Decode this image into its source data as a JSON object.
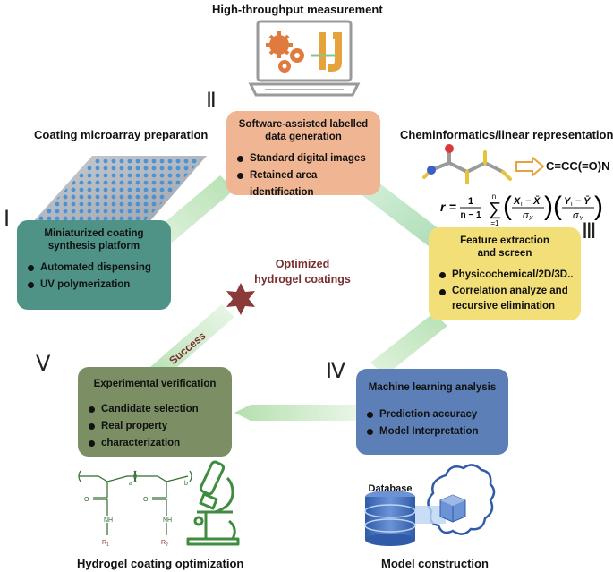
{
  "headers": {
    "top": "High-throughput measurement",
    "left": "Coating microarray preparation",
    "right": "Cheminformatics/linear representation",
    "bottom_left": "Hydrogel coating optimization",
    "bottom_right": "Model construction"
  },
  "numerals": {
    "one": "Ⅰ",
    "two": "Ⅱ",
    "three": "Ⅲ",
    "four": "Ⅳ",
    "five": "Ⅴ"
  },
  "boxes": {
    "synthesis": {
      "title": "Miniaturized coating synthesis platform",
      "items": [
        "Automated dispensing",
        "UV polymerization"
      ],
      "color": "#4e9385"
    },
    "software": {
      "title": "Software-assisted labelled data generation",
      "items": [
        "Standard digital images",
        "Retained area identification"
      ],
      "color": "#f0b593"
    },
    "feature": {
      "title": "Feature extraction and screen",
      "items": [
        "Physicochemical/2D/3D..",
        "Correlation analyze and recursive elimination"
      ],
      "color": "#f3df78"
    },
    "ml": {
      "title": "Machine learning analysis",
      "items": [
        "Prediction accuracy",
        "Model Interpretation"
      ],
      "color": "#5b7fb6"
    },
    "verify": {
      "title": "Experimental verification",
      "items": [
        "Candidate selection",
        "Real property",
        "characterization"
      ],
      "color": "#7c8f64"
    }
  },
  "center": {
    "line1": "Optimized",
    "line2": "hydrogel coatings",
    "color": "#7a2f2f"
  },
  "success": "Success",
  "smiles": "C=CC(=O)N",
  "formula": {
    "r": "r",
    "eq": "=",
    "num1": "1",
    "den1": "n − 1",
    "sum_top": "n",
    "sum_bottom": "i=1",
    "xnum": "X",
    "xsub": "i",
    "xbar": "X̄",
    "sigx": "σ",
    "sigx_sub": "X",
    "ynum": "Y",
    "ysub": "i",
    "ybar": "Ȳ",
    "sigy": "σ",
    "sigy_sub": "Y"
  },
  "database": "Database",
  "polymer": {
    "sub_a": "a",
    "sub_b": "b",
    "o": "O",
    "nh": "NH",
    "r1": "R",
    "r1_sub": "1",
    "r2": "R",
    "r2_sub": "2"
  }
}
